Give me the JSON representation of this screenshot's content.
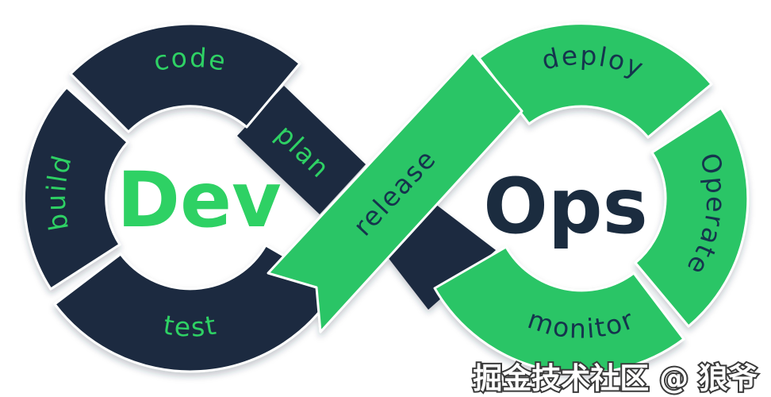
{
  "colors": {
    "navy": "#1B2C3F",
    "green": "#2CC566",
    "green_text": "#2ED164",
    "navy_text": "#15344D",
    "background": "#FFFFFF",
    "watermark_fill": "#FFFFFF",
    "watermark_stroke": "#3A3A3A"
  },
  "left_loop": {
    "label": "Dev",
    "stages": {
      "code": "code",
      "build": "build",
      "test": "test",
      "plan": "plan"
    }
  },
  "right_loop": {
    "label": "Ops",
    "stages": {
      "deploy": "deploy",
      "operate": "Operate",
      "monitor": "monitor",
      "release": "release"
    }
  },
  "watermark": "掘金技术社区 @ 狼爷"
}
